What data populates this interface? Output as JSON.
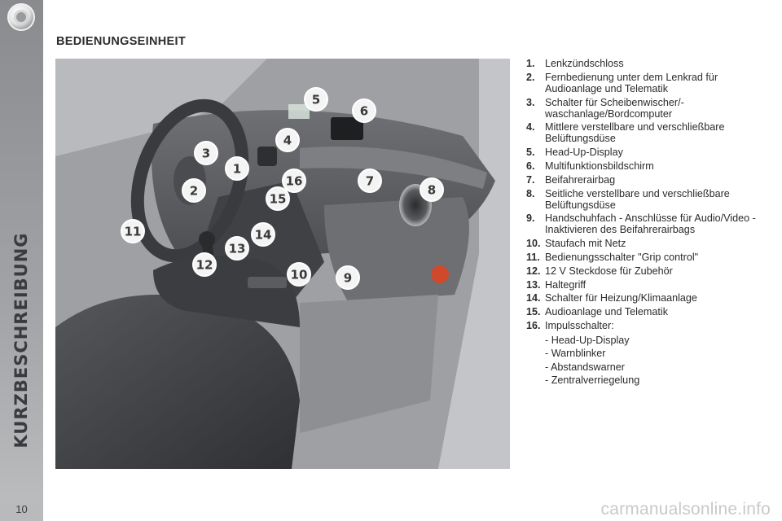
{
  "sidebar": {
    "title": "KURZBESCHREIBUNG",
    "page_number": "10"
  },
  "section": {
    "heading": "BEDIENUNGSEINHEIT"
  },
  "illustration": {
    "callouts": [
      "5",
      "6",
      "4",
      "3",
      "1",
      "16",
      "2",
      "15",
      "7",
      "8",
      "11",
      "14",
      "13",
      "12",
      "10",
      "9"
    ]
  },
  "legend": [
    {
      "number": "1.",
      "label": "Lenkzündschloss"
    },
    {
      "number": "2.",
      "label": "Fernbedienung unter dem Lenkrad für Audioanlage und Telematik"
    },
    {
      "number": "3.",
      "label": "Schalter für Scheibenwischer/-waschanlage/Bordcomputer"
    },
    {
      "number": "4.",
      "label": "Mittlere verstellbare und verschließbare Belüftungsdüse"
    },
    {
      "number": "5.",
      "label": "Head-Up-Display"
    },
    {
      "number": "6.",
      "label": "Multifunktionsbildschirm"
    },
    {
      "number": "7.",
      "label": "Beifahrerairbag"
    },
    {
      "number": "8.",
      "label": "Seitliche verstellbare und verschließbare Belüftungsdüse"
    },
    {
      "number": "9.",
      "label": "Handschuhfach - Anschlüsse für Audio/Video - Inaktivieren des Beifahrerairbags"
    },
    {
      "number": "10.",
      "label": "Staufach mit Netz"
    },
    {
      "number": "11.",
      "label": "Bedienungsschalter \"Grip control\""
    },
    {
      "number": "12.",
      "label": "12 V Steckdose für Zubehör"
    },
    {
      "number": "13.",
      "label": "Haltegriff"
    },
    {
      "number": "14.",
      "label": "Schalter für Heizung/Klimaanlage"
    },
    {
      "number": "15.",
      "label": "Audioanlage und Telematik"
    },
    {
      "number": "16.",
      "label": "Impulsschalter:"
    }
  ],
  "legend_sub": [
    "- Head-Up-Display",
    "- Warnblinker",
    "- Abstandswarner",
    "- Zentralverriegelung"
  ],
  "watermark": "carmanualsonline.info",
  "colors": {
    "sidebar": "#9a9b9e",
    "illustration_bg": "#9ea0a3",
    "text": "#2b2b2b"
  }
}
